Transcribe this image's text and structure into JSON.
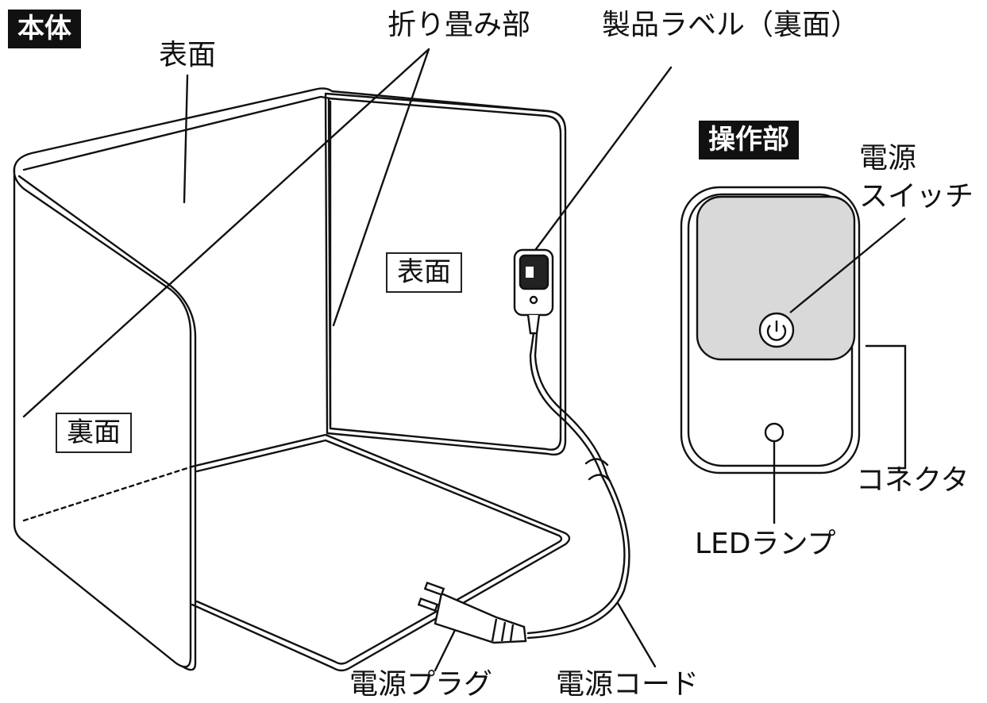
{
  "header": {
    "main_body_tag": "本体",
    "controls_tag": "操作部"
  },
  "labels": {
    "front_surface_top": "表面",
    "fold_part": "折り畳み部",
    "product_label": "製品ラベル（裏面）",
    "front_surface_box": "表面",
    "back_surface_box": "裏面",
    "power_switch_line1": "電源",
    "power_switch_line2": "スイッチ",
    "connector": "コネクタ",
    "led_lamp": "LEDランプ",
    "power_plug": "電源プラグ",
    "power_cord": "電源コード"
  },
  "colors": {
    "ink": "#111111",
    "panel_fill": "#d9d9d9",
    "label_bg": "#111111",
    "label_text": "#ffffff"
  },
  "icons": {
    "power_button": "power-icon",
    "led": "led-indicator-icon"
  }
}
